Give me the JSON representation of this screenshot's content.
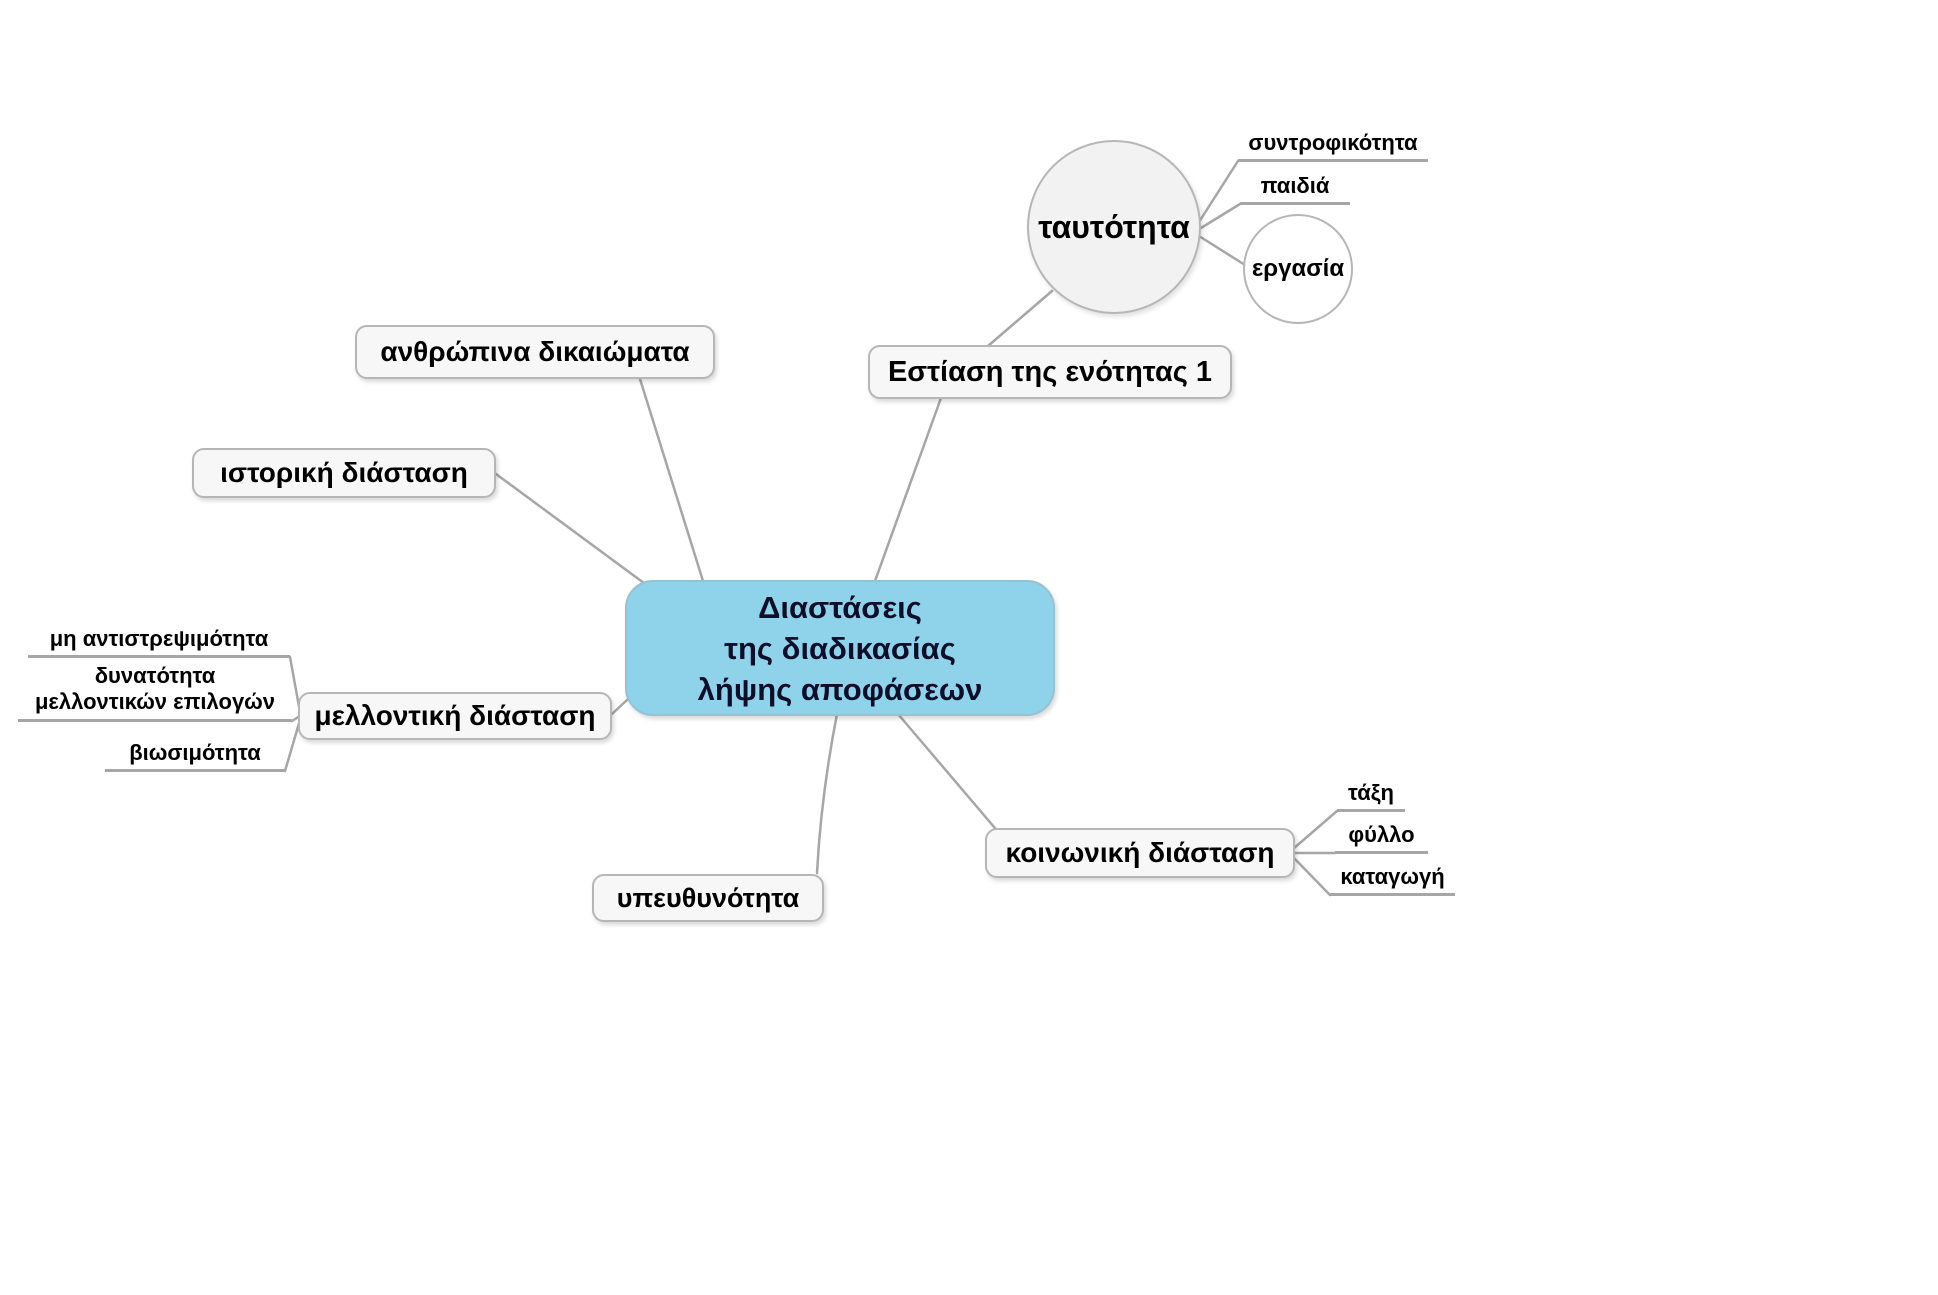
{
  "diagram": {
    "center": {
      "line1": "Διαστάσεις",
      "line2": "της  διαδικασίας",
      "line3": "λήψης αποφάσεων"
    },
    "nodes": {
      "human_rights": "ανθρώπινα δικαιώματα",
      "historical": "ιστορική διάσταση",
      "future": "μελλοντική διάσταση",
      "responsibility": "υπευθυνότητα",
      "social": "κοινωνική διάσταση",
      "focus": "Εστίαση της ενότητας 1",
      "identity": "ταυτότητα",
      "work": "εργασία"
    },
    "leaves": {
      "irreversibility": "μη αντιστρεψιμότητα",
      "future_options_line1": "δυνατότητα",
      "future_options_line2": "μελλοντικών επιλογών",
      "sustainability": "βιωσιμότητα",
      "class": "τάξη",
      "gender": "φύλλο",
      "origin": "καταγωγή",
      "companionship": "συντροφικότητα",
      "children": "παιδιά"
    },
    "colors": {
      "center_fill": "#8fd3ea",
      "node_fill": "#f7f7f7",
      "node_border": "#b6b6b6",
      "connector_line": "#a6a6a6",
      "text": "#000000"
    }
  }
}
